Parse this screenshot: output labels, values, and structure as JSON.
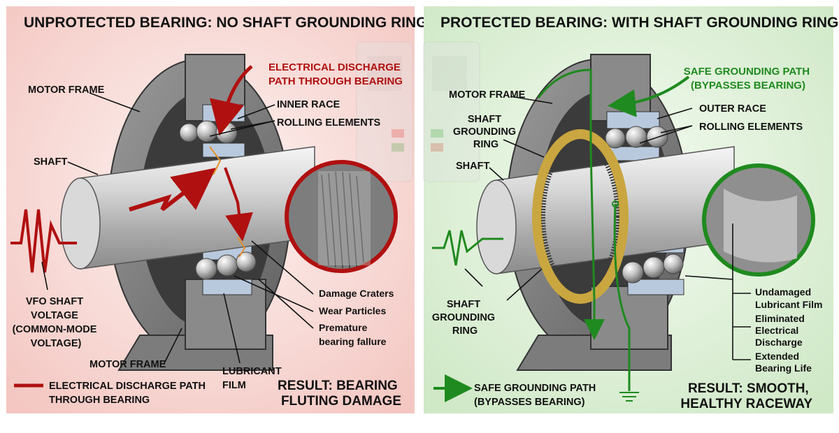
{
  "left_panel": {
    "title": "UNPROTECTED BEARING: NO SHAFT GROUNDING RING",
    "discharge_path": [
      "ELECTRICAL DISCHARGE",
      "PATH THROUGH BEARING"
    ],
    "motor_frame_top": "MOTOR FRAME",
    "inner_race": "INNER RACE",
    "rolling_elements": "ROLLING ELEMENTS",
    "shaft": "SHAFT",
    "vfo_voltage": [
      "VFO SHAFT",
      "VOLTAGE",
      "(COMMON-MODE",
      "VOLTAGE)"
    ],
    "damage_craters": "Damage Craters",
    "wear_particles": "Wear Particles",
    "premature_failure": [
      "Premature",
      "bearing fallure"
    ],
    "motor_frame_bottom": "MOTOR FRAME",
    "lubricant_film": [
      "LUBRICANT",
      "FILM"
    ],
    "legend": [
      "ELECTRICAL DISCHARGE PATH",
      "THROUGH BEARING"
    ],
    "result": [
      "RESULT: BEARING",
      "FLUTING DAMAGE"
    ]
  },
  "right_panel": {
    "title": "PROTECTED BEARING: WITH SHAFT GROUNDING RING",
    "safe_path": [
      "SAFE GROUNDING PATH",
      "(BYPASSES BEARING)"
    ],
    "motor_frame": "MOTOR FRAME",
    "outer_race": "OUTER RACE",
    "rolling_elements": "ROLLING ELEMENTS",
    "sgr_top": [
      "SHAFT",
      "GROUNDING",
      "RING"
    ],
    "shaft": "SHAFT",
    "sgr_bottom": [
      "SHAFT",
      "GROUNDING",
      "RING"
    ],
    "undamaged": [
      "Undamaged",
      "Lubricant Film"
    ],
    "eliminated": [
      "Eliminated",
      "Electrical",
      "Discharge"
    ],
    "extended": [
      "Extended",
      "Bearing Life"
    ],
    "legend": [
      "SAFE GROUNDING PATH",
      "(BYPASSES BEARING)"
    ],
    "result": [
      "RESULT: SMOOTH,",
      "HEALTHY RACEWAY"
    ]
  },
  "colors": {
    "discharge_red": "#b01010",
    "grounding_green": "#1f8a1f",
    "brass_ring": "#c9a640"
  }
}
